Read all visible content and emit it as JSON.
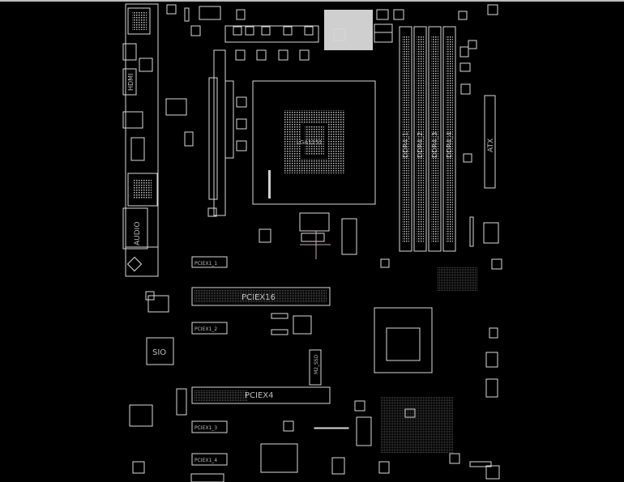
{
  "board": {
    "io": {
      "hdmi": "HDMI",
      "audio": "AUDIO"
    },
    "cpu_socket": "LGA1151",
    "dimm_slots": [
      "DDR4_1",
      "DDR4_2",
      "DDR4_3",
      "DDR4_4"
    ],
    "atx": "ATX",
    "pcie": {
      "x16": "PCIEX16",
      "x4": "PCIEX4",
      "x1_1": "PCIEX1_1",
      "x1_2": "PCIEX1_2",
      "x1_3": "PCIEX1_3",
      "x1_4": "PCIEX1_4"
    },
    "sio": "SIO",
    "m2": "M2_SSD"
  },
  "colors": {
    "background": "#000000",
    "outline": "#d8d8d8"
  }
}
